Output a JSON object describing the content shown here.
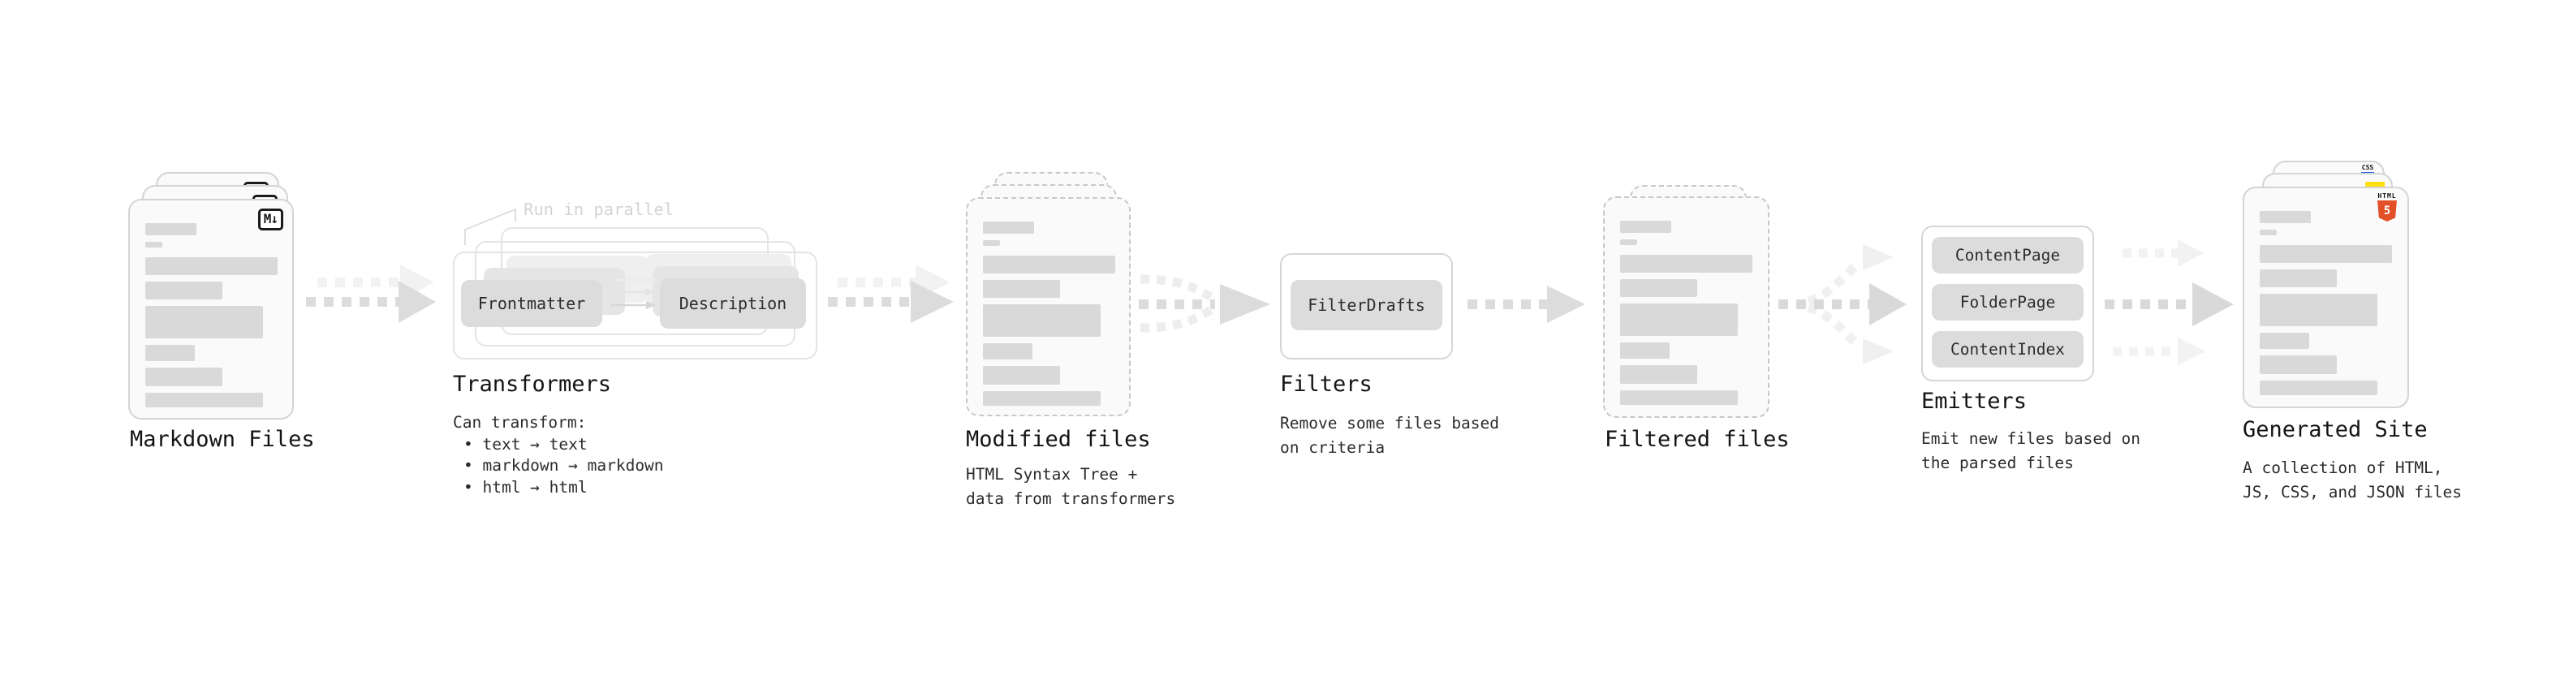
{
  "stages": {
    "markdown_files": {
      "title": "Markdown Files",
      "icon_label": "M↓"
    },
    "transformers": {
      "title": "Transformers",
      "parallel_label": "Run in parallel",
      "frontmatter_label": "Frontmatter",
      "description_label": "Description",
      "subtitle": "Can transform:",
      "bullet1": "• text → text",
      "bullet2": "• markdown → markdown",
      "bullet3": "• html → html"
    },
    "modified_files": {
      "title": "Modified files",
      "subtitle": "HTML Syntax Tree +\ndata from transformers"
    },
    "filters": {
      "title": "Filters",
      "button_label": "FilterDrafts",
      "subtitle": "Remove some files based\non criteria"
    },
    "filtered_files": {
      "title": "Filtered files"
    },
    "emitters": {
      "title": "Emitters",
      "button1_label": "ContentPage",
      "button2_label": "FolderPage",
      "button3_label": "ContentIndex",
      "subtitle": "Emit new files based on\nthe parsed files"
    },
    "generated_site": {
      "title": "Generated Site",
      "subtitle": "A collection of HTML,\nJS, CSS, and JSON files",
      "css_badge_label": "CSS",
      "html_badge_label": "HTML",
      "html_badge_number": "5"
    }
  },
  "colors": {
    "background": "#ffffff",
    "card_fill": "#fafafa",
    "card_border": "#d4d4d4",
    "dashed_border": "#c8c8c8",
    "skeleton_bar": "#d9d9d9",
    "chip_fill": "#dcdcdc",
    "arrow_main": "#dcdcdc",
    "arrow_light": "#f2f2f2",
    "css_blue": "#2760e6",
    "js_yellow": "#ffdf10",
    "html5_orange": "#e34f26"
  }
}
